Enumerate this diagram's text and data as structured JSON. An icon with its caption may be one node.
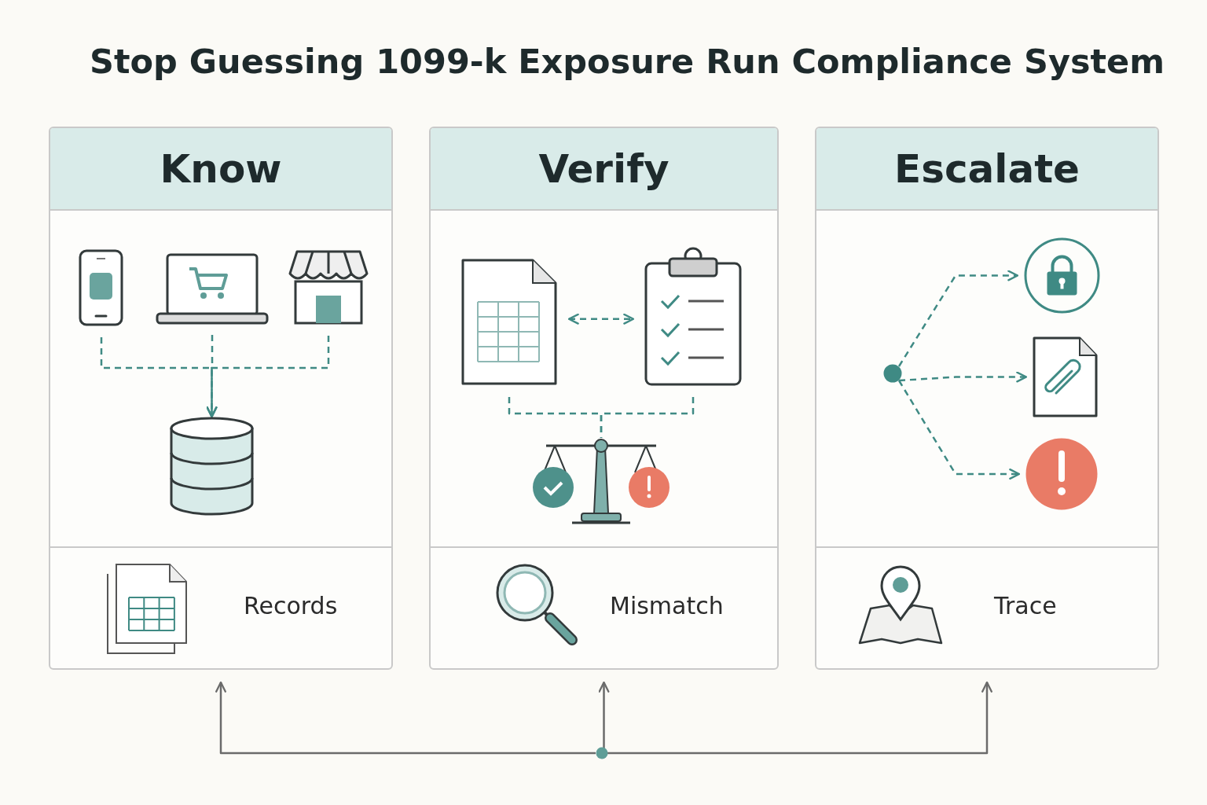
{
  "diagram": {
    "title": "Stop Guessing 1099-k Exposure Run Compliance System",
    "nodes": [
      {
        "text": [
          "Know",
          "Records"
        ]
      },
      {
        "text": [],
        "shape": "picture",
        "in": 0
      },
      {
        "text": [],
        "shape": "picture",
        "in": 0
      },
      {
        "text": [],
        "shape": "picture",
        "in": 0
      },
      {
        "text": [],
        "shape": "cylinder",
        "in": 0
      },
      {
        "text": [
          "Verify",
          "Mismatch"
        ]
      },
      {
        "text": [],
        "shape": "picture",
        "in": 5
      },
      {
        "text": [],
        "shape": "picture",
        "in": 5
      },
      {
        "text": [],
        "shape": "picture",
        "in": 5
      },
      {
        "text": [
          "Escalate",
          "Trace"
        ]
      },
      {
        "text": [],
        "shape": "circle",
        "in": 9
      },
      {
        "text": [],
        "shape": "circle",
        "in": 9
      },
      {
        "text": [],
        "shape": "picture",
        "in": 9
      },
      {
        "text": [],
        "shape": "circle",
        "in": 9
      },
      {
        "text": [],
        "shape": "circle"
      }
    ],
    "edges": [
      {
        "from": 1,
        "to": 4,
        "arrow": "to",
        "style": "dashed"
      },
      {
        "from": 2,
        "to": 4,
        "arrow": "to",
        "style": "dashed"
      },
      {
        "from": 3,
        "to": 4,
        "arrow": "to",
        "style": "dashed"
      },
      {
        "from": 6,
        "to": 7,
        "arrow": "both",
        "style": "dashed"
      },
      {
        "from": 6,
        "to": 8,
        "arrow": "none",
        "style": "dashed"
      },
      {
        "from": 7,
        "to": 8,
        "arrow": "none",
        "style": "dashed"
      },
      {
        "from": 10,
        "to": 11,
        "arrow": "to",
        "style": "dashed"
      },
      {
        "from": 10,
        "to": 12,
        "arrow": "to",
        "style": "dashed"
      },
      {
        "from": 10,
        "to": 13,
        "arrow": "to",
        "style": "dashed"
      },
      {
        "from": 14,
        "to": 0,
        "arrow": "to",
        "color": "#6b6b6b"
      },
      {
        "from": 14,
        "to": 5,
        "arrow": "to",
        "color": "#6b6b6b"
      },
      {
        "from": 14,
        "to": 9,
        "arrow": "to",
        "color": "#6b6b6b"
      }
    ]
  }
}
